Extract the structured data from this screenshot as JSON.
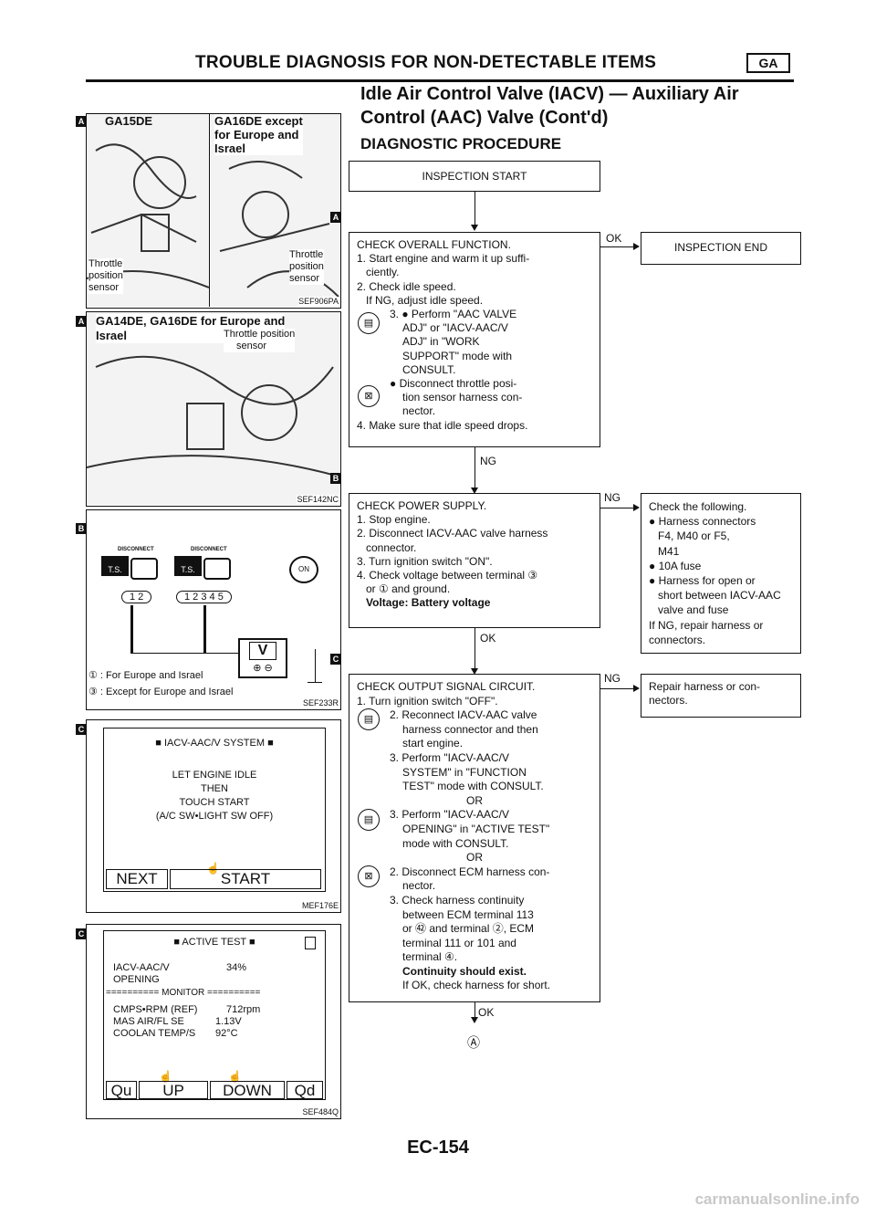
{
  "header": {
    "title": "TROUBLE DIAGNOSIS FOR NON-DETECTABLE ITEMS",
    "badge": "GA",
    "subtitle1": "Idle Air Control Valve (IACV) — Auxiliary Air",
    "subtitle2": "Control (AAC) Valve (Cont'd)",
    "section": "DIAGNOSTIC PROCEDURE"
  },
  "figures": {
    "a1": {
      "tag": "A",
      "title": "GA15DE",
      "label1": "Throttle",
      "label2": "position",
      "label3": "sensor"
    },
    "a2": {
      "title1": "GA16DE except",
      "title2": "for Europe and",
      "title3": "Israel",
      "label1": "Throttle",
      "label2": "position",
      "label3": "sensor",
      "code": "SEF906PA"
    },
    "a3": {
      "tag": "A",
      "title1": "GA14DE, GA16DE for Europe and",
      "title2": "Israel",
      "label1": "Throttle position",
      "label2": "sensor",
      "code": "SEF142NC"
    },
    "b": {
      "tag": "B",
      "disconnect1": "DISCONNECT",
      "disconnect2": "DISCONNECT",
      "ts": "T.S.",
      "conn1": "1 2",
      "conn2": "1 2 3 4 5",
      "on": "ON",
      "meter": "V",
      "plusminus": "⊕ ⊖",
      "note1": "① : For Europe and Israel",
      "note2": "③ : Except for Europe and Israel",
      "code": "SEF233R"
    },
    "c1": {
      "tag": "C",
      "head": "■ IACV-AAC/V SYSTEM ■",
      "l1": "LET ENGINE IDLE",
      "l2": "THEN",
      "l3": "TOUCH START",
      "l4": "(A/C SW•LIGHT SW OFF)",
      "btn1": "NEXT",
      "btn2": "START",
      "code": "MEF176E"
    },
    "c2": {
      "tag": "C",
      "head": "■ ACTIVE TEST ■",
      "r1a": "IACV-AAC/V",
      "r1b": "34%",
      "r1c": "OPENING",
      "monitor": "========== MONITOR ==========",
      "m1a": "CMPS•RPM (REF)",
      "m1b": "712rpm",
      "m2a": "MAS AIR/FL SE",
      "m2b": "1.13V",
      "m3a": "COOLAN TEMP/S",
      "m3b": "92°C",
      "btn1": "Qu",
      "btn2": "UP",
      "btn3": "DOWN",
      "btn4": "Qd",
      "code": "SEF484Q"
    }
  },
  "flow": {
    "start": "INSPECTION START",
    "tagA": "A",
    "tagB": "B",
    "tagC": "C",
    "box1": [
      "CHECK OVERALL FUNCTION.",
      "1. Start engine and warm it up suffi-",
      "ciently.",
      "2. Check idle speed.",
      "If NG, adjust idle speed.",
      "3. ● Perform \"AAC VALVE",
      "ADJ\" or \"IACV-AAC/V",
      "ADJ\" in \"WORK",
      "SUPPORT\" mode with",
      "CONSULT.",
      "● Disconnect throttle posi-",
      "tion sensor harness con-",
      "nector.",
      "4. Make sure that idle speed drops."
    ],
    "ok1": "OK",
    "end": "INSPECTION END",
    "ng1": "NG",
    "box2": [
      "CHECK POWER SUPPLY.",
      "1. Stop engine.",
      "2. Disconnect IACV-AAC valve harness",
      "connector.",
      "3. Turn ignition switch \"ON\".",
      "4. Check voltage between terminal ③",
      "or ① and ground.",
      "Voltage: Battery voltage"
    ],
    "ng2": "NG",
    "side2": [
      "Check the following.",
      "● Harness connectors",
      "F4, M40 or F5,",
      "M41",
      "● 10A fuse",
      "● Harness for open or",
      "short between IACV-AAC",
      "valve and fuse",
      "If NG, repair harness or",
      "connectors."
    ],
    "ok2": "OK",
    "box3": [
      "CHECK OUTPUT SIGNAL CIRCUIT.",
      "1. Turn ignition switch \"OFF\".",
      "2. Reconnect IACV-AAC valve",
      "harness connector and then",
      "start engine.",
      "3. Perform \"IACV-AAC/V",
      "SYSTEM\" in \"FUNCTION",
      "TEST\" mode with CONSULT.",
      "OR",
      "3. Perform \"IACV-AAC/V",
      "OPENING\" in \"ACTIVE TEST\"",
      "mode with CONSULT.",
      "OR",
      "2. Disconnect ECM harness con-",
      "nector.",
      "3. Check harness continuity",
      "between ECM terminal 113",
      "or ㊷ and terminal ②, ECM",
      "terminal 111 or 101 and",
      "terminal ④.",
      "Continuity should exist.",
      "If OK, check harness for short."
    ],
    "ng3": "NG",
    "side3": [
      "Repair harness or con-",
      "nectors."
    ],
    "ok3": "OK",
    "endmark": "Ⓐ"
  },
  "footer": {
    "page": "EC-154",
    "watermark": "carmanualsonline.info"
  }
}
